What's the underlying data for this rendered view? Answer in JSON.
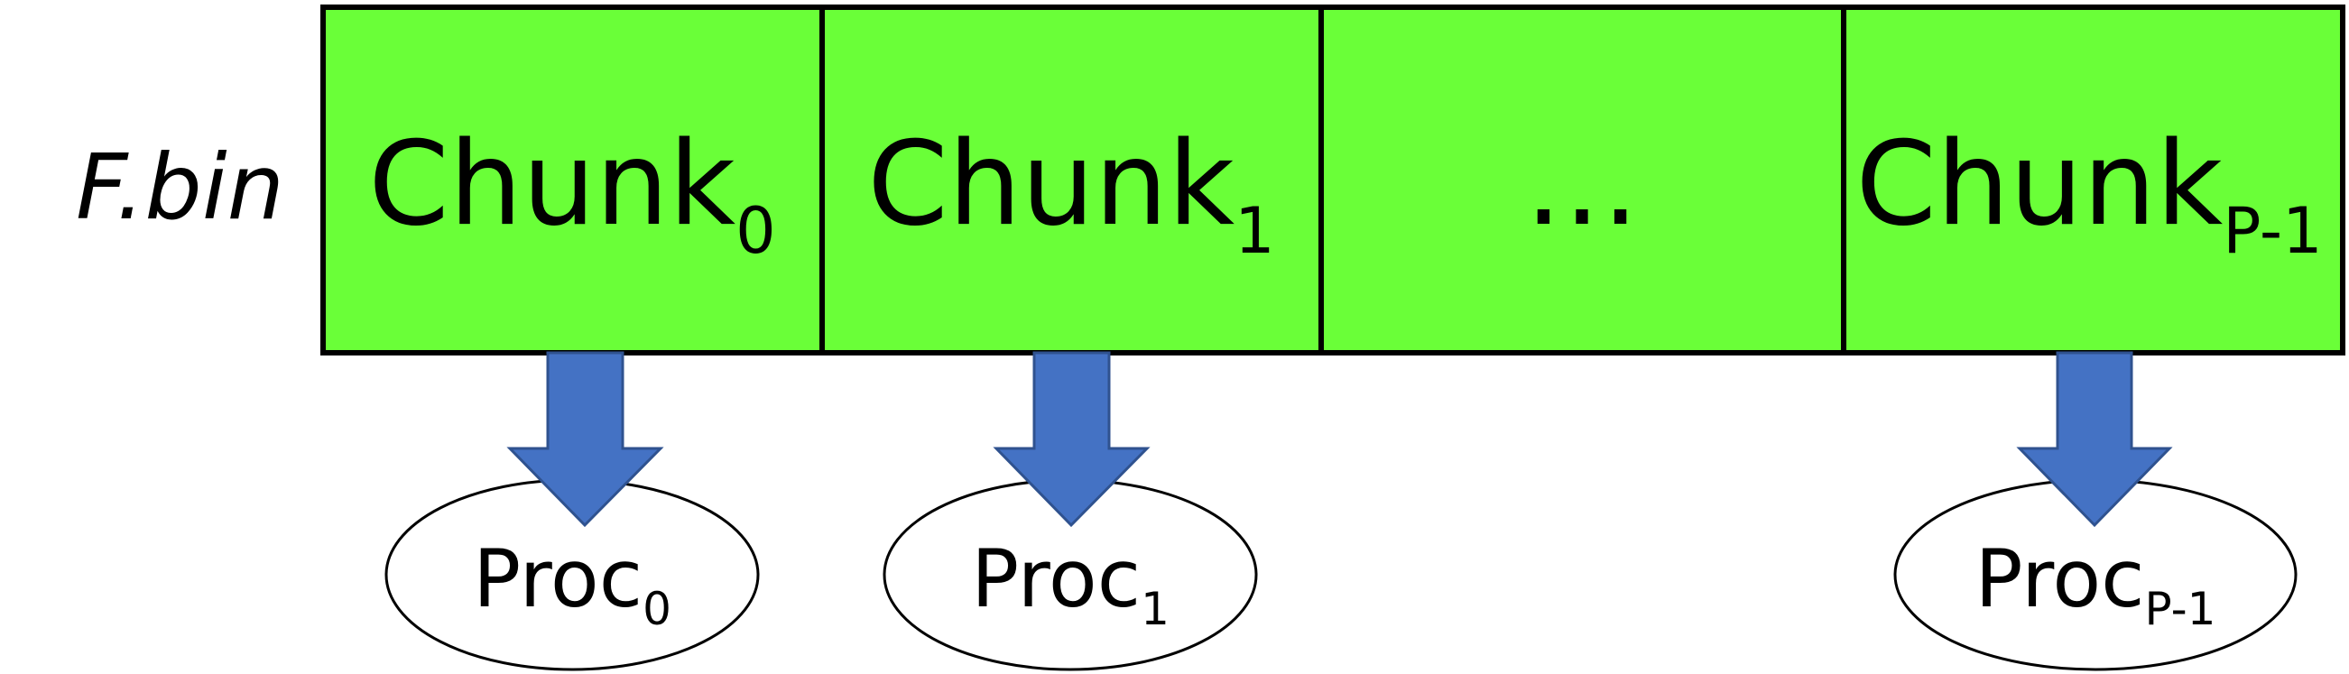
{
  "file": {
    "label": "F.bin"
  },
  "chunks": [
    {
      "label": "Chunk",
      "subscript": "0"
    },
    {
      "label": "Chunk",
      "subscript": "1"
    },
    {
      "label": "…",
      "subscript": ""
    },
    {
      "label": "Chunk",
      "subscript": "P-1"
    }
  ],
  "processes": [
    {
      "label": "Proc",
      "subscript": "0"
    },
    {
      "label": "Proc",
      "subscript": "1"
    },
    {
      "label": "Proc",
      "subscript": "P-1"
    }
  ],
  "colors": {
    "chunk_fill": "#6aff38",
    "chunk_border": "#000000",
    "arrow_fill": "#4472c4",
    "arrow_border": "#2f528f",
    "process_fill": "#ffffff",
    "process_border": "#000000"
  }
}
